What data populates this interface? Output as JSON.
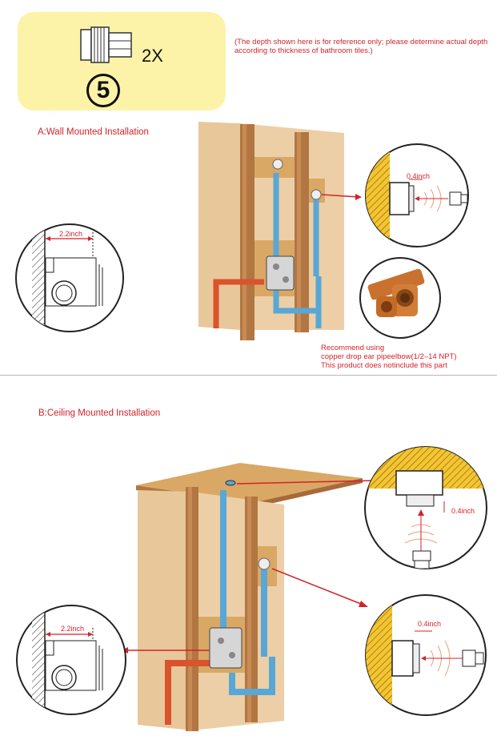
{
  "accessory": {
    "count_label": "2X",
    "part_number": "5"
  },
  "depth_note": "(The depth shown here is for reference only; please determine actual depth according to thickness of bathroom tiles.)",
  "section_a": {
    "title": "A:Wall Mounted Installation",
    "clearance_label": "2.2inch",
    "outlet_offset_label": "0.4inch",
    "recommend_lines": [
      "Recommend using",
      "copper drop ear pipeelbow(1/2–14 NPT)",
      "This product does notinclude this part"
    ]
  },
  "section_b": {
    "title": "B:Ceiling Mounted Installation",
    "clearance_label": "2.2inch",
    "ceiling_offset_label": "0.4inch",
    "wall_offset_label": "0.4inch"
  },
  "colors": {
    "accent_red": "#d2232a",
    "card_yellow": "#fdf3a8",
    "wood": "#e8c79b",
    "stud": "#b27642",
    "cold_pipe": "#58a7d6",
    "hot_pipe": "#d9532c"
  }
}
